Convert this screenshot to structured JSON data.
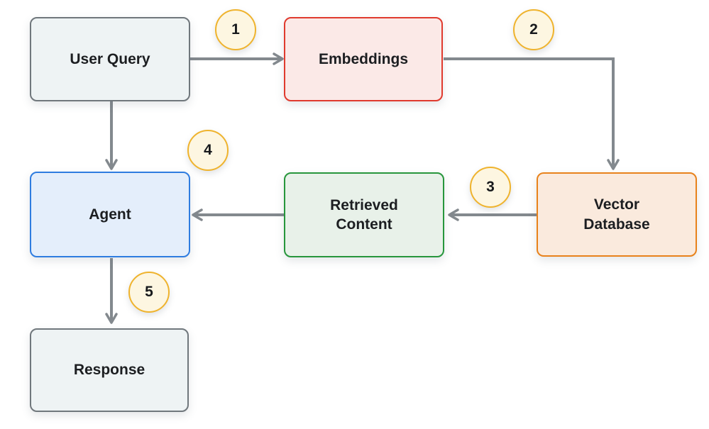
{
  "diagram": {
    "type": "flowchart",
    "description": "RAG pipeline flow diagram",
    "nodes": [
      {
        "id": "user-query",
        "label": "User Query",
        "fill": "#eef3f4",
        "border": "#70777c"
      },
      {
        "id": "embeddings",
        "label": "Embeddings",
        "fill": "#fbe9e7",
        "border": "#e03a2e"
      },
      {
        "id": "vector-database",
        "label": "Vector\nDatabase",
        "fill": "#faeadd",
        "border": "#e8821b"
      },
      {
        "id": "retrieved-content",
        "label": "Retrieved\nContent",
        "fill": "#e8f1e9",
        "border": "#27963c"
      },
      {
        "id": "agent",
        "label": "Agent",
        "fill": "#e4eefb",
        "border": "#2e7ce0"
      },
      {
        "id": "response",
        "label": "Response",
        "fill": "#eef3f4",
        "border": "#70777c"
      }
    ],
    "steps": [
      "1",
      "2",
      "3",
      "4",
      "5"
    ],
    "edges": [
      {
        "from": "user-query",
        "to": "embeddings"
      },
      {
        "from": "embeddings",
        "to": "vector-database"
      },
      {
        "from": "vector-database",
        "to": "retrieved-content"
      },
      {
        "from": "retrieved-content",
        "to": "agent"
      },
      {
        "from": "user-query",
        "to": "agent"
      },
      {
        "from": "agent",
        "to": "response"
      }
    ],
    "colors": {
      "background": "#ffffff",
      "arrow": "#83898e",
      "node_text": "#1c1e21",
      "step_fill": "#fdf6e1",
      "step_border": "#efb32d"
    }
  }
}
